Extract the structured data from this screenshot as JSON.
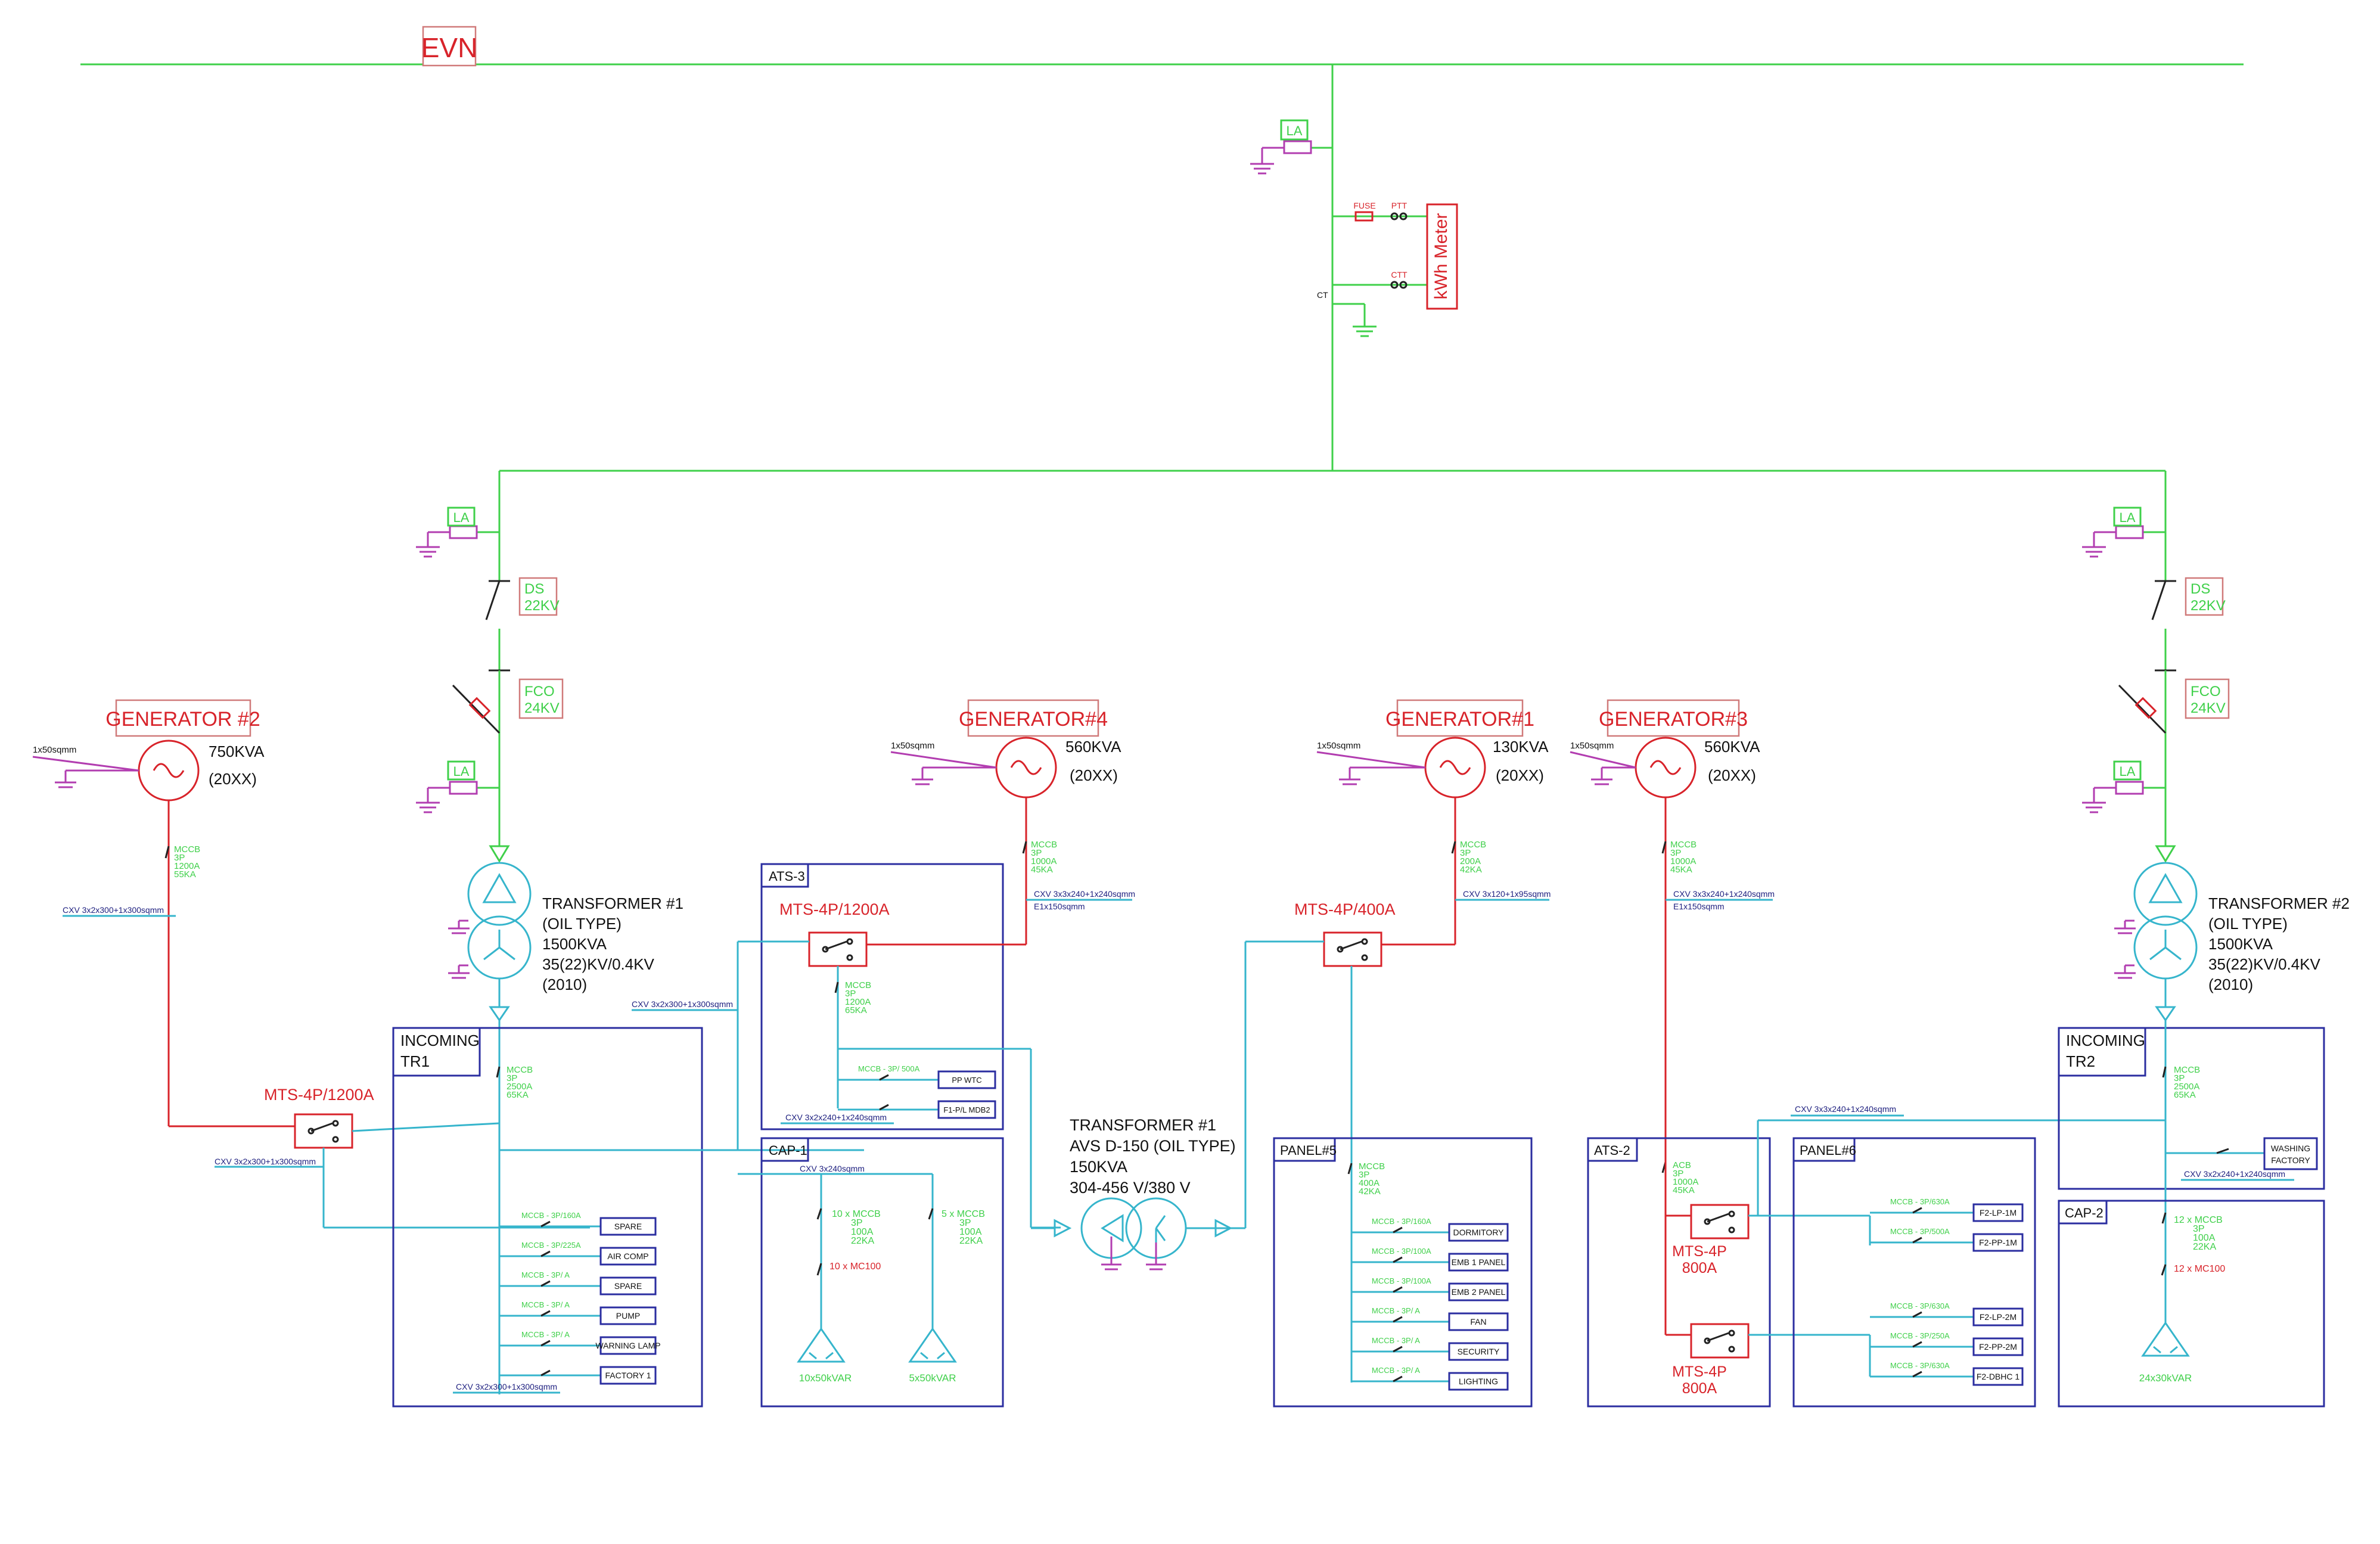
{
  "grid": {
    "label": "EVN"
  },
  "metering": {
    "la": "LA",
    "fuse": "FUSE",
    "ptt": "PTT",
    "ctt": "CTT",
    "ct": "CT",
    "meter": "kWh Meter"
  },
  "hv_left": {
    "la_top": "LA",
    "ds": "DS",
    "ds_v": "22KV",
    "fco": "FCO",
    "fco_v": "24KV",
    "la_bottom": "LA"
  },
  "hv_right": {
    "la_top": "LA",
    "ds": "DS",
    "ds_v": "22KV",
    "fco": "FCO",
    "fco_v": "24KV",
    "la_bottom": "LA"
  },
  "transformer1": {
    "title": "TRANSFORMER #1",
    "type": "(OIL TYPE)",
    "rating": "1500KVA",
    "voltage": "35(22)KV/0.4KV",
    "year": "(2010)"
  },
  "transformer2": {
    "title": "TRANSFORMER #2",
    "type": "(OIL TYPE)",
    "rating": "1500KVA",
    "voltage": "35(22)KV/0.4KV",
    "year": "(2010)"
  },
  "generators": [
    {
      "name": "GENERATOR #2",
      "kva": "750KVA",
      "year": "(20XX)",
      "ground": "1x50sqmm",
      "breaker": [
        "MCCB",
        "3P",
        "1200A",
        "55KA"
      ]
    },
    {
      "name": "GENERATOR#4",
      "kva": "560KVA",
      "year": "(20XX)",
      "ground": "1x50sqmm",
      "breaker": [
        "MCCB",
        "3P",
        "1000A",
        "45KA"
      ],
      "cable": "CXV 3x3x240+1x240sqmm",
      "earth": "E1x150sqmm"
    },
    {
      "name": "GENERATOR#1",
      "kva": "130KVA",
      "year": "(20XX)",
      "ground": "1x50sqmm",
      "breaker": [
        "MCCB",
        "3P",
        "200A",
        "42KA"
      ],
      "cable": "CXV 3x120+1x95sqmm"
    },
    {
      "name": "GENERATOR#3",
      "kva": "560KVA",
      "year": "(20XX)",
      "ground": "1x50sqmm",
      "breaker": [
        "MCCB",
        "3P",
        "1000A",
        "45KA"
      ],
      "cable": "CXV 3x3x240+1x240sqmm",
      "earth": "E1x150sqmm"
    }
  ],
  "cables": {
    "gen2": "CXV 3x2x300+1x300sqmm",
    "tr1_to_ats3": "CXV 3x2x300+1x300sqmm",
    "mts_left_out": "CXV 3x2x300+1x300sqmm",
    "incoming_tr1_bottom": "CXV 3x2x300+1x300sqmm",
    "ats3_to_f1": "CXV 3x2x240+1x240sqmm",
    "cap1": "CXV 3x240sqmm",
    "tr2_to_panel6": "CXV 3x3x240+1x240sqmm",
    "incoming_tr2": "CXV 3x2x240+1x240sqmm"
  },
  "mts_left": {
    "label": "MTS-4P/1200A"
  },
  "incoming_tr1": {
    "title_1": "INCOMING",
    "title_2": "TR1",
    "breaker": [
      "MCCB",
      "3P",
      "2500A",
      "65KA"
    ],
    "feeders": [
      {
        "breaker": "MCCB - 3P/160A",
        "load": "SPARE"
      },
      {
        "breaker": "MCCB - 3P/225A",
        "load": "AIR COMP"
      },
      {
        "breaker": "MCCB - 3P/  A",
        "load": "SPARE"
      },
      {
        "breaker": "MCCB - 3P/  A",
        "load": "PUMP"
      },
      {
        "breaker": "MCCB - 3P/  A",
        "load": "WARNING LAMP"
      },
      {
        "breaker": "",
        "load": "FACTORY 1"
      }
    ]
  },
  "ats3": {
    "title": "ATS-3",
    "mts": "MTS-4P/1200A",
    "breaker": [
      "MCCB",
      "3P",
      "1200A",
      "65KA"
    ],
    "feeders": [
      {
        "breaker": "MCCB - 3P/ 500A",
        "load": "PP WTC"
      },
      {
        "breaker": "",
        "load": "F1-P/L MDB2"
      }
    ]
  },
  "cap1": {
    "title": "CAP-1",
    "bank_a": {
      "breaker": [
        "10 x MCCB",
        "3P",
        "100A",
        "22KA"
      ],
      "contactor": "10 x MC100",
      "rating": "10x50kVAR"
    },
    "bank_b": {
      "breaker": [
        "5 x MCCB",
        "3P",
        "100A",
        "22KA"
      ],
      "rating": "5x50kVAR"
    }
  },
  "transformer_avs": {
    "title": "TRANSFORMER #1",
    "model": "AVS D-150 (OIL TYPE)",
    "rating": "150KVA",
    "voltage": "304-456 V/380 V"
  },
  "mts_center": {
    "label": "MTS-4P/400A"
  },
  "panel5": {
    "title": "PANEL#5",
    "breaker": [
      "MCCB",
      "3P",
      "400A",
      "42KA"
    ],
    "feeders": [
      {
        "breaker": "MCCB - 3P/160A",
        "load": "DORMITORY"
      },
      {
        "breaker": "MCCB - 3P/100A",
        "load": "EMB 1 PANEL"
      },
      {
        "breaker": "MCCB - 3P/100A",
        "load": "EMB 2 PANEL"
      },
      {
        "breaker": "MCCB - 3P/  A",
        "load": "FAN"
      },
      {
        "breaker": "MCCB - 3P/  A",
        "load": "SECURITY"
      },
      {
        "breaker": "MCCB - 3P/  A",
        "load": "LIGHTING"
      }
    ]
  },
  "ats2": {
    "title": "ATS-2",
    "breaker": [
      "ACB",
      "3P",
      "1000A",
      "45KA"
    ],
    "mts_a": "MTS-4P",
    "mts_a_rating": "800A",
    "mts_b": "MTS-4P",
    "mts_b_rating": "800A"
  },
  "panel6": {
    "title": "PANEL#6",
    "feeders": [
      {
        "breaker": "MCCB - 3P/630A",
        "load": "F2-LP-1M"
      },
      {
        "breaker": "MCCB - 3P/500A",
        "load": "F2-PP-1M"
      },
      {
        "breaker": "MCCB - 3P/630A",
        "load": "F2-LP-2M"
      },
      {
        "breaker": "MCCB - 3P/250A",
        "load": "F2-PP-2M"
      },
      {
        "breaker": "MCCB - 3P/630A",
        "load": "F2-DBHC 1"
      }
    ]
  },
  "incoming_tr2": {
    "title_1": "INCOMING",
    "title_2": "TR2",
    "breaker": [
      "MCCB",
      "3P",
      "2500A",
      "65KA"
    ],
    "load_1": "WASHING",
    "load_2": "FACTORY"
  },
  "cap2": {
    "title": "CAP-2",
    "breaker": [
      "12 x MCCB",
      "3P",
      "100A",
      "22KA"
    ],
    "contactor": "12 x MC100",
    "rating": "24x30kVAR"
  }
}
